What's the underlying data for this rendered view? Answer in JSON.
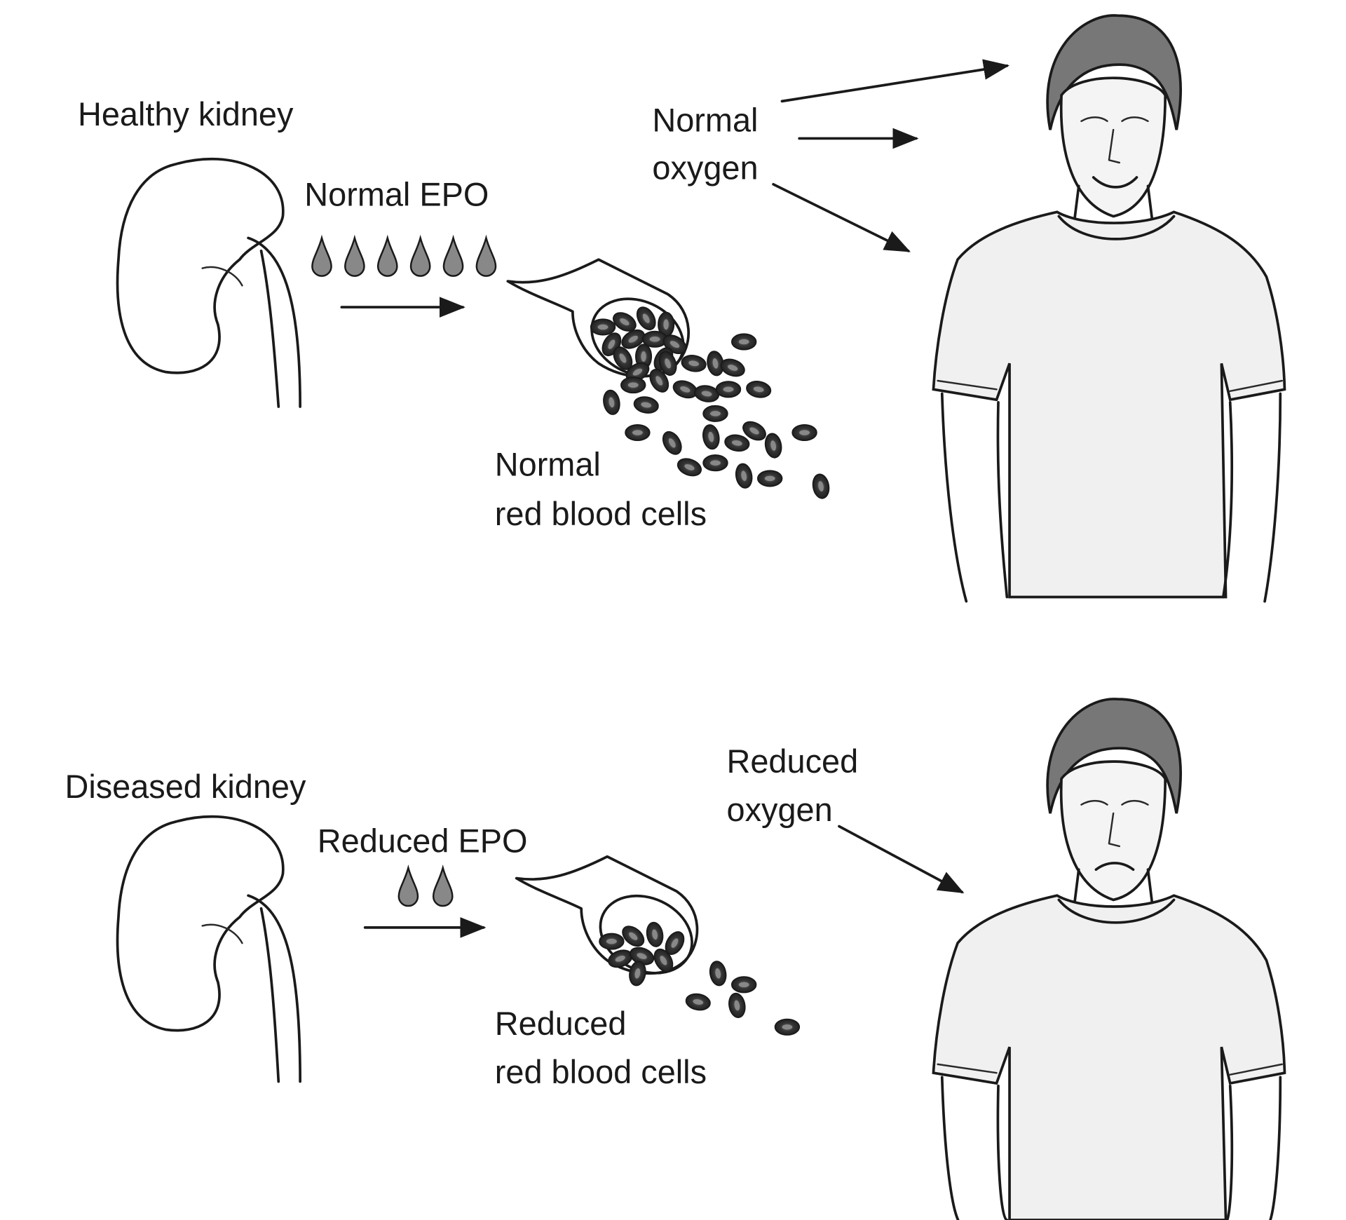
{
  "top": {
    "kidney_label": "Healthy kidney",
    "epo_label": "Normal EPO",
    "epo_drop_count": 6,
    "cells_label_line1": "Normal",
    "cells_label_line2": "red blood cells",
    "oxygen_label_line1": "Normal",
    "oxygen_label_line2": "oxygen",
    "oxygen_arrow_count": 3,
    "expression": "smiling"
  },
  "bottom": {
    "kidney_label": "Diseased kidney",
    "epo_label": "Reduced EPO",
    "epo_drop_count": 2,
    "cells_label_line1": "Reduced",
    "cells_label_line2": "red blood cells",
    "oxygen_label_line1": "Reduced",
    "oxygen_label_line2": "oxygen",
    "oxygen_arrow_count": 1,
    "expression": "frowning"
  },
  "colors": {
    "ink": "#1a1a1a",
    "cell": "#3a3a3a",
    "shade": "#6a6a6a"
  }
}
